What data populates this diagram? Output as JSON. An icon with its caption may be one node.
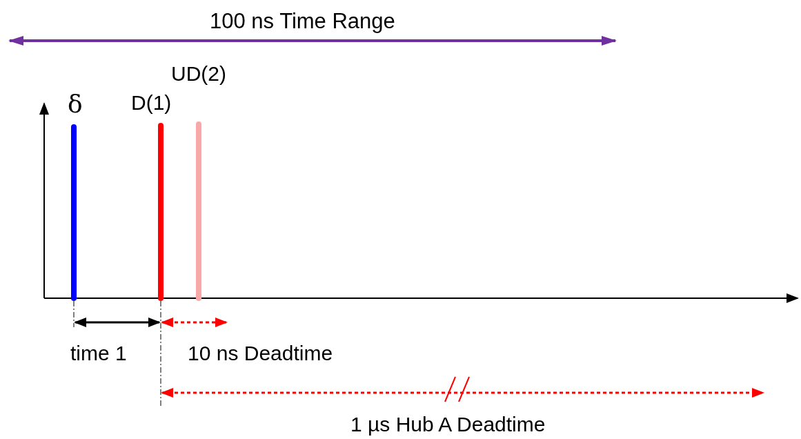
{
  "diagram": {
    "labels": [
      "100 ns Time Range",
      "δ",
      "D(1)",
      "UD(2)",
      "time 1",
      "10 ns Deadtime",
      "1 µs Hub A Deadtime"
    ]
  }
}
